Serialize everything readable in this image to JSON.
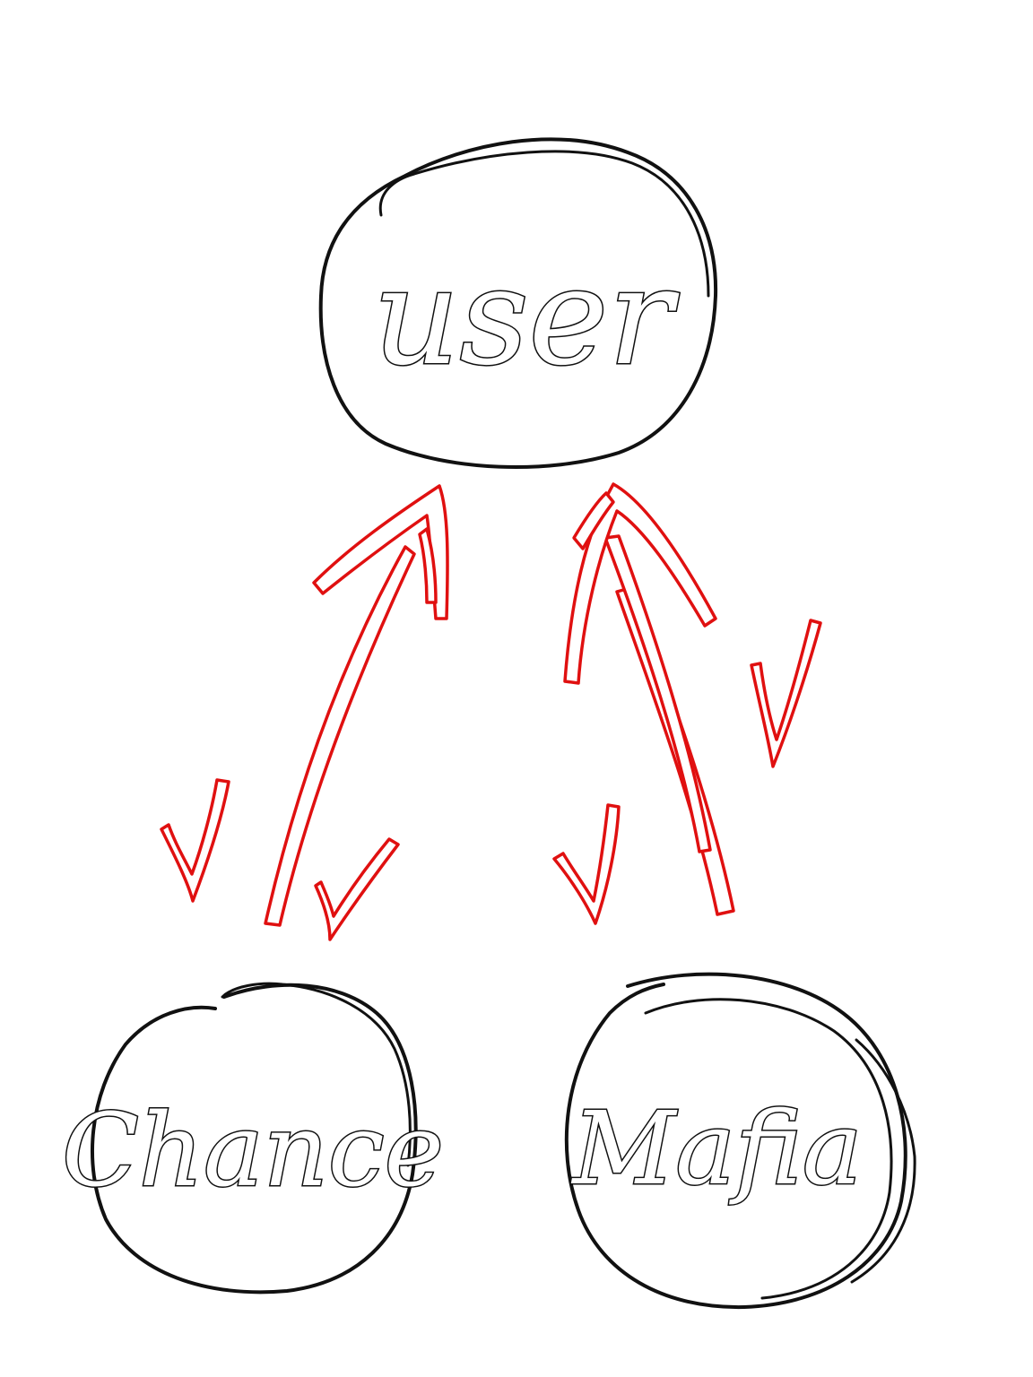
{
  "diagram": {
    "nodes": [
      {
        "id": "user",
        "label": "user"
      },
      {
        "id": "chance",
        "label": "Chance"
      },
      {
        "id": "mafia",
        "label": "Mafia"
      }
    ],
    "edges": [
      {
        "from": "chance",
        "to": "user"
      },
      {
        "from": "mafia",
        "to": "user"
      }
    ],
    "colors": {
      "node_stroke": "#111111",
      "arrow_stroke": "#e01010",
      "background": "#ffffff"
    }
  }
}
